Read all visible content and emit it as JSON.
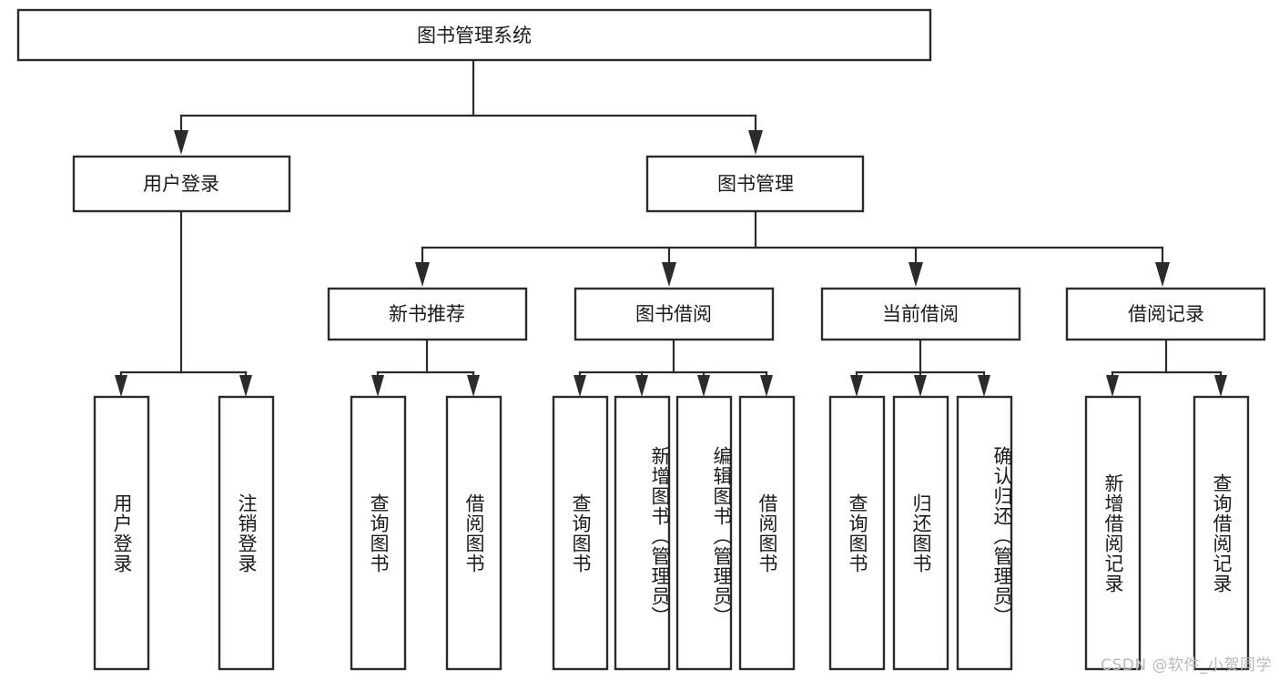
{
  "diagram": {
    "type": "tree-hierarchy-chart",
    "title": "图书管理系统",
    "watermark": "CSDN @软件_小贺同学",
    "colors": {
      "box_stroke": "#2b2b2b",
      "box_fill": "#ffffff",
      "text": "#1a1a1a",
      "connector": "#2b2b2b",
      "watermark": "#b9b9b9",
      "background": "#ffffff"
    },
    "nodes": {
      "root": {
        "label": "图书管理系统",
        "level": 1,
        "orientation": "horizontal"
      },
      "level2": [
        {
          "id": "user-login",
          "label": "用户登录",
          "orientation": "horizontal"
        },
        {
          "id": "book-management",
          "label": "图书管理",
          "orientation": "horizontal"
        }
      ],
      "level3": [
        {
          "id": "new-book-recommend",
          "label": "新书推荐",
          "parent": "book-management",
          "orientation": "horizontal"
        },
        {
          "id": "book-borrow",
          "label": "图书借阅",
          "parent": "book-management",
          "orientation": "horizontal"
        },
        {
          "id": "current-borrow",
          "label": "当前借阅",
          "parent": "book-management",
          "orientation": "horizontal"
        },
        {
          "id": "borrow-record",
          "label": "借阅记录",
          "parent": "book-management",
          "orientation": "horizontal"
        }
      ],
      "leaves": [
        {
          "id": "leaf-user-login",
          "label": "用户登录",
          "parent": "user-login",
          "orientation": "vertical"
        },
        {
          "id": "leaf-logout",
          "label": "注销登录",
          "parent": "user-login",
          "orientation": "vertical"
        },
        {
          "id": "leaf-query-book-1",
          "label": "查询图书",
          "parent": "new-book-recommend",
          "orientation": "vertical"
        },
        {
          "id": "leaf-borrow-book-1",
          "label": "借阅图书",
          "parent": "new-book-recommend",
          "orientation": "vertical"
        },
        {
          "id": "leaf-query-book-2",
          "label": "查询图书",
          "parent": "book-borrow",
          "orientation": "vertical"
        },
        {
          "id": "leaf-add-book",
          "label": "新增图书（管理员）",
          "parent": "book-borrow",
          "orientation": "vertical"
        },
        {
          "id": "leaf-edit-book",
          "label": "编辑图书（管理员）",
          "parent": "book-borrow",
          "orientation": "vertical"
        },
        {
          "id": "leaf-borrow-book-2",
          "label": "借阅图书",
          "parent": "book-borrow",
          "orientation": "vertical"
        },
        {
          "id": "leaf-query-book-3",
          "label": "查询图书",
          "parent": "current-borrow",
          "orientation": "vertical"
        },
        {
          "id": "leaf-return-book",
          "label": "归还图书",
          "parent": "current-borrow",
          "orientation": "vertical"
        },
        {
          "id": "leaf-confirm-return",
          "label": "确认归还（管理员）",
          "parent": "current-borrow",
          "orientation": "vertical"
        },
        {
          "id": "leaf-add-record",
          "label": "新增借阅记录",
          "parent": "borrow-record",
          "orientation": "vertical"
        },
        {
          "id": "leaf-query-record",
          "label": "查询借阅记录",
          "parent": "borrow-record",
          "orientation": "vertical"
        }
      ]
    }
  }
}
